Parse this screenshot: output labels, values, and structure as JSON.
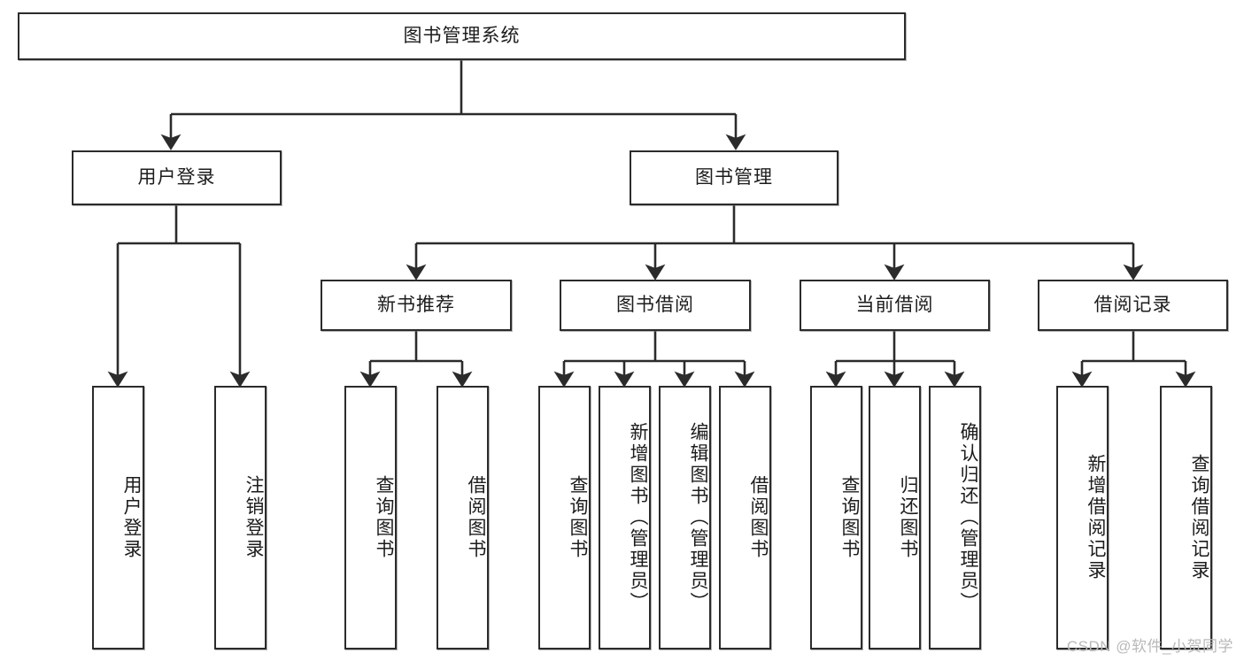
{
  "diagram": {
    "title": "图书管理系统",
    "type": "tree-hierarchy-chart",
    "watermark": "CSDN @软件_小贺同学",
    "colors": {
      "stroke": "#2b2b2b",
      "fill": "#ffffff",
      "text": "#1c1c1c",
      "watermark": "#b9b9b9"
    },
    "nodes": {
      "root": {
        "label": "图书管理系统"
      },
      "level2": [
        {
          "label": "用户登录"
        },
        {
          "label": "图书管理"
        }
      ],
      "level3": [
        {
          "label": "新书推荐"
        },
        {
          "label": "图书借阅"
        },
        {
          "label": "当前借阅"
        },
        {
          "label": "借阅记录"
        }
      ],
      "leaves": {
        "user_login": [
          {
            "label": "用户登录"
          },
          {
            "label": "注销登录"
          }
        ],
        "new_book_recommend": [
          {
            "label": "查询图书"
          },
          {
            "label": "借阅图书"
          }
        ],
        "book_borrow": [
          {
            "label": "查询图书"
          },
          {
            "label": "新增图书（管理员）"
          },
          {
            "label": "编辑图书（管理员）"
          },
          {
            "label": "借阅图书"
          }
        ],
        "current_borrow": [
          {
            "label": "查询图书"
          },
          {
            "label": "归还图书"
          },
          {
            "label": "确认归还（管理员）"
          }
        ],
        "borrow_record": [
          {
            "label": "新增借阅记录"
          },
          {
            "label": "查询借阅记录"
          }
        ]
      }
    }
  }
}
